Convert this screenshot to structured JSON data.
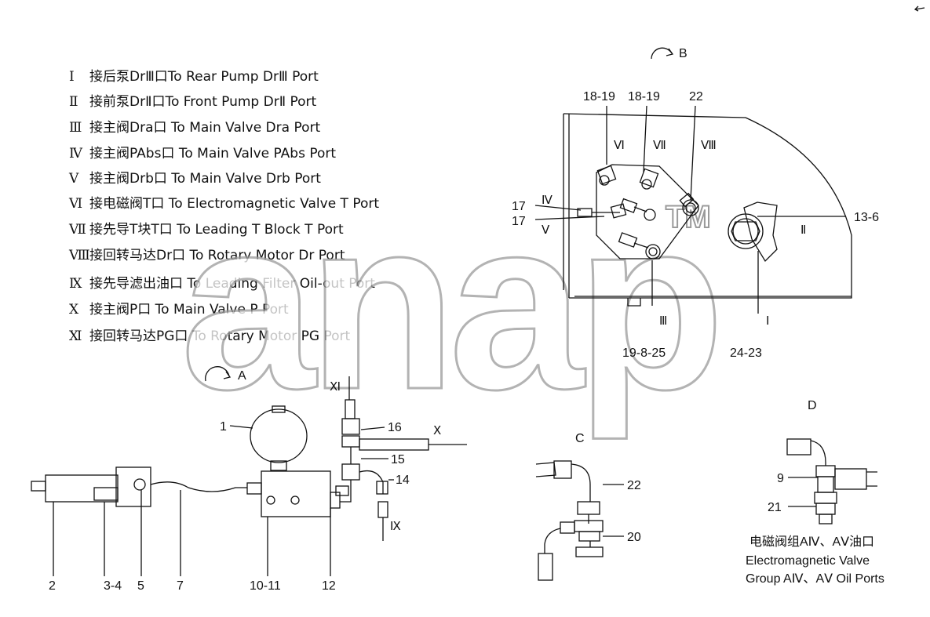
{
  "legend": [
    {
      "num": "Ⅰ",
      "text": "接后泵DrⅢ口To Rear Pump DrⅢ Port"
    },
    {
      "num": "Ⅱ",
      "text": "接前泵DrⅡ口To Front Pump DrⅡ Port"
    },
    {
      "num": "Ⅲ",
      "text": "接主阀Dra口  To Main Valve Dra Port"
    },
    {
      "num": "Ⅳ",
      "text": "接主阀PAbs口 To Main Valve PAbs Port"
    },
    {
      "num": "Ⅴ",
      "text": "接主阀Drb口  To Main Valve Drb Port"
    },
    {
      "num": "Ⅵ",
      "text": "接电磁阀T口  To Electromagnetic Valve T Port"
    },
    {
      "num": "Ⅶ",
      "text": "接先导T块T口  To Leading T Block T Port"
    },
    {
      "num": "Ⅷ",
      "text": "接回转马达Dr口  To Rotary Motor Dr Port"
    },
    {
      "num": "Ⅸ",
      "text": "接先导滤出油口   To Leading Filter Oil-out Port"
    },
    {
      "num": "Ⅹ",
      "text": "接主阀P口    To Main Valve P Port"
    },
    {
      "num": "Ⅺ",
      "text": "接回转马达PG口  To Rotary Motor PG Port"
    }
  ],
  "watermark": {
    "text": "anap",
    "tm": "TM"
  },
  "views": {
    "a": "A",
    "b": "B",
    "c": "C",
    "d": "D"
  },
  "view_b": {
    "top_labels": [
      "18-19",
      "18-19",
      "22"
    ],
    "romans_top": [
      "Ⅵ",
      "Ⅶ",
      "Ⅷ"
    ],
    "left_labels": [
      "17",
      "17"
    ],
    "left_romans": [
      "Ⅳ",
      "Ⅴ"
    ],
    "right_label": "13-6",
    "right_roman": "Ⅱ",
    "bottom_roman_1": "Ⅲ",
    "bottom_roman_2": "Ⅰ",
    "bottom_labels": [
      "19-8-25",
      "24-23"
    ]
  },
  "view_a": {
    "callouts": [
      "1",
      "16",
      "15",
      "14"
    ],
    "romans": [
      "Ⅺ",
      "Ⅹ",
      "Ⅸ"
    ],
    "bottom_labels": [
      "2",
      "3-4",
      "5",
      "7",
      "10-11",
      "12"
    ]
  },
  "view_c": {
    "labels": [
      "22",
      "20"
    ]
  },
  "view_d": {
    "labels": [
      "9",
      "21"
    ],
    "caption_cn": "电磁阀组AⅣ、AⅤ油口",
    "caption_en_1": "Electromagnetic Valve",
    "caption_en_2": "Group AⅣ、AⅤ Oil Ports"
  }
}
